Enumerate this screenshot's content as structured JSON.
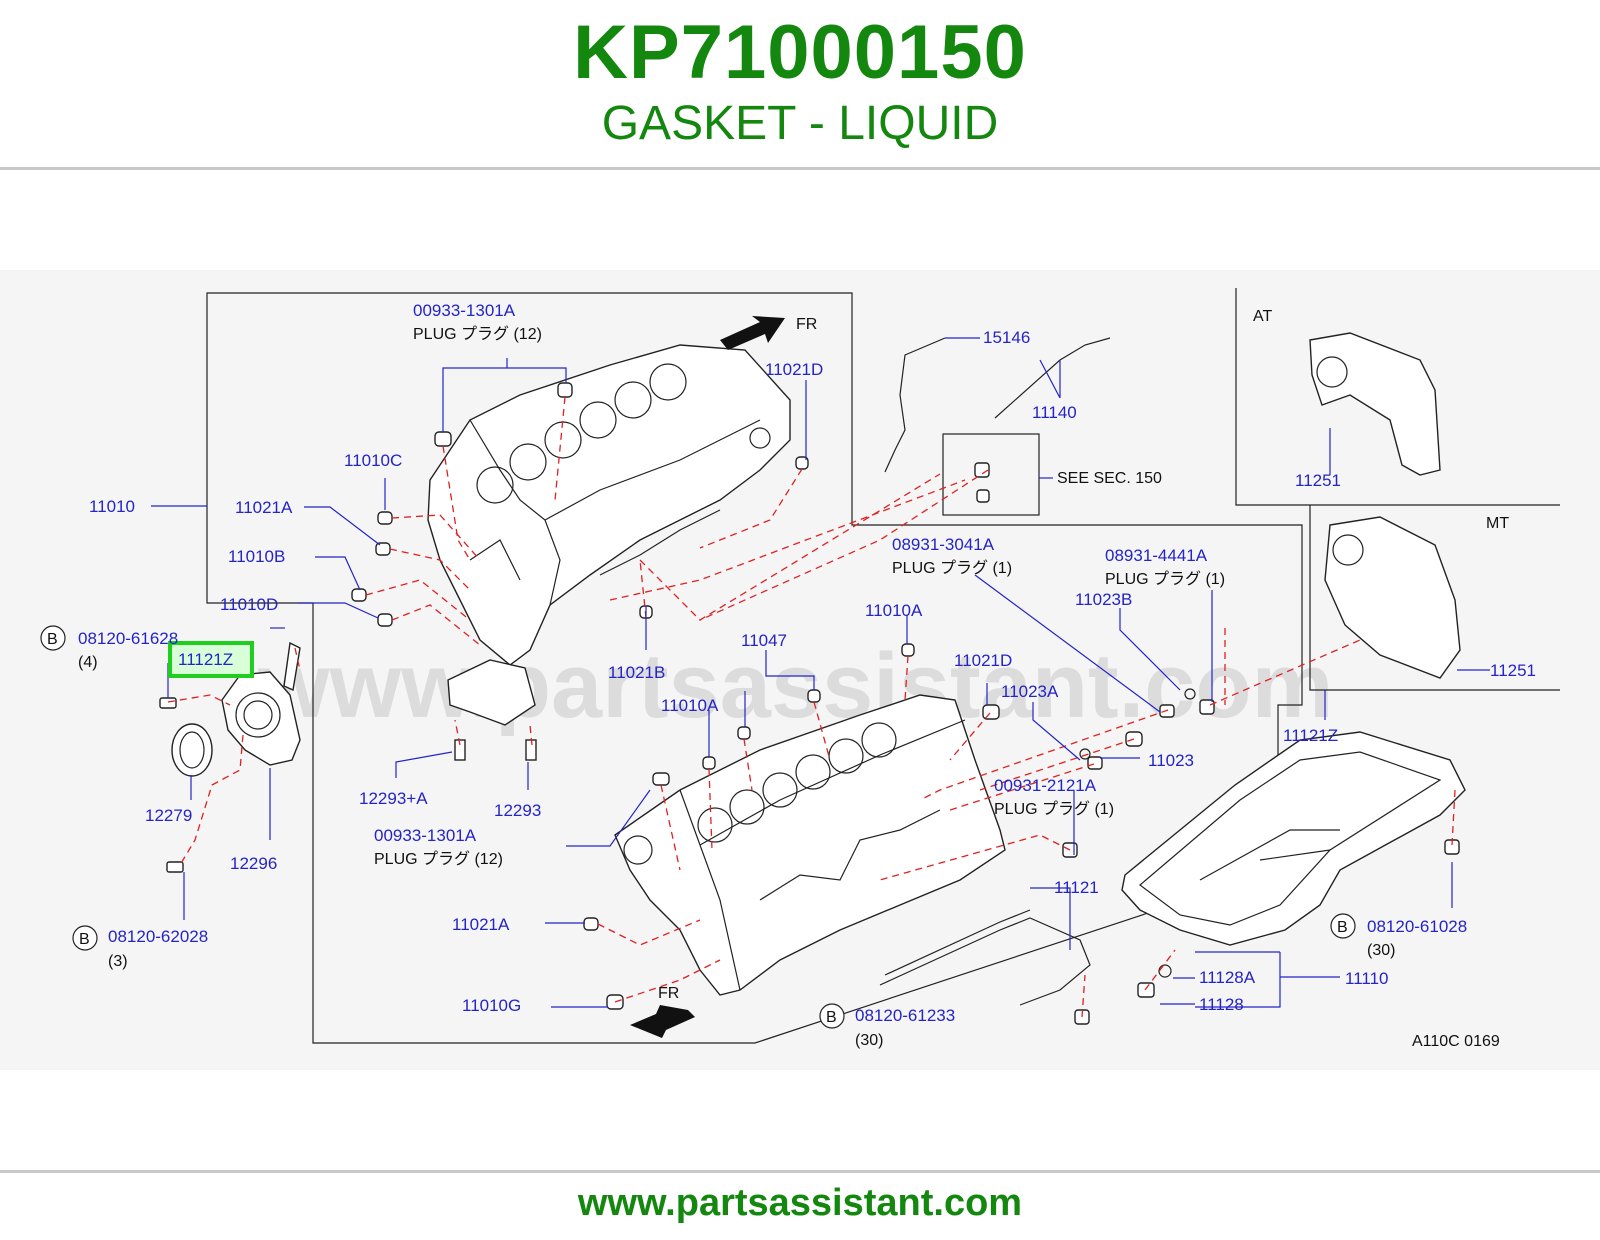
{
  "header": {
    "part_number": "KP71000150",
    "part_name": "GASKET - LIQUID"
  },
  "footer": {
    "url": "www.partsassistant.com"
  },
  "diagram": {
    "watermark": "www.partsassistant.com",
    "diagram_code": "A110C  0169",
    "highlighted_part": "11121Z",
    "direction_label": "FR",
    "sections": {
      "at": "AT",
      "mt": "MT"
    },
    "see_section": "SEE   SEC.   150",
    "bolt_symbol": "B",
    "callouts": {
      "p00933_1301A": "00933-1301A",
      "p00933_1301A_b": "00933-1301A",
      "plug_12": "PLUG      プラグ  (12)",
      "p11021D": "11021D",
      "p15146": "15146",
      "p11140": "11140",
      "p11251_at": "11251",
      "p11251_mt": "11251",
      "p11010C": "11010C",
      "p11010": "11010",
      "p11021A": "11021A",
      "p11021A_b": "11021A",
      "p11010B": "11010B",
      "p11010D": "11010D",
      "p08120_61628": "08120-61628",
      "qty_4": "(4)",
      "p11121Z": "11121Z",
      "p11121Z_b": "11121Z",
      "p08931_3041A": "08931-3041A",
      "plug_1": "PLUG      プラグ  (1)",
      "p08931_4441A": "08931-4441A",
      "p11023B": "11023B",
      "p11010A": "11010A",
      "p11010A_b": "11010A",
      "p11047": "11047",
      "p11021B": "11021B",
      "p11021D_b": "11021D",
      "p11023A": "11023A",
      "p11023": "11023",
      "p00931_2121A": "00931-2121A",
      "p12279": "12279",
      "p12293A": "12293+A",
      "p12293": "12293",
      "p12296": "12296",
      "p08120_62028": "08120-62028",
      "qty_3": "(3)",
      "p11121": "11121",
      "p08120_61028": "08120-61028",
      "qty_30": "(30)",
      "p11128A": "11128A",
      "p11110": "11110",
      "p11128": "11128",
      "p08120_61233": "08120-61233",
      "p11010G": "11010G"
    }
  }
}
